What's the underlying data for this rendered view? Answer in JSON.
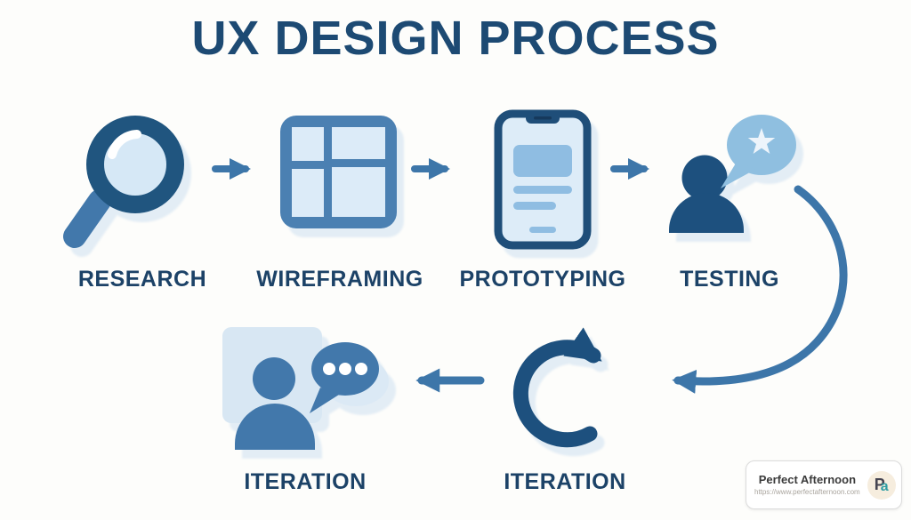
{
  "title": "UX DESIGN PROCESS",
  "colors": {
    "title_navy": "#1d4a73",
    "label_navy": "#1c4267",
    "icon_navy": "#1d507e",
    "medium_blue": "#4278ab",
    "wireframe_blue": "#4b80b2",
    "arrow_blue": "#3d76a9",
    "light_blue_fill": "#dcebf8",
    "soft_blue": "#8fbfe0",
    "pale_bg": "#d8e7f3",
    "shadow_blue": "#e3edf5"
  },
  "steps": [
    {
      "label": "RESEARCH",
      "icon": "magnifier-icon"
    },
    {
      "label": "WIREFRAMING",
      "icon": "wireframe-grid-icon"
    },
    {
      "label": "PROTOTYPING",
      "icon": "phone-mockup-icon"
    },
    {
      "label": "TESTING",
      "icon": "user-star-feedback-icon"
    },
    {
      "label": "ITERATION",
      "icon": "loop-arrow-icon"
    },
    {
      "label": "ITERATION",
      "icon": "user-discussion-icon"
    }
  ],
  "badge": {
    "name": "Perfect Afternoon",
    "url": "https://www.perfectafternoon.com",
    "logo_p": "P",
    "logo_a": "a"
  }
}
